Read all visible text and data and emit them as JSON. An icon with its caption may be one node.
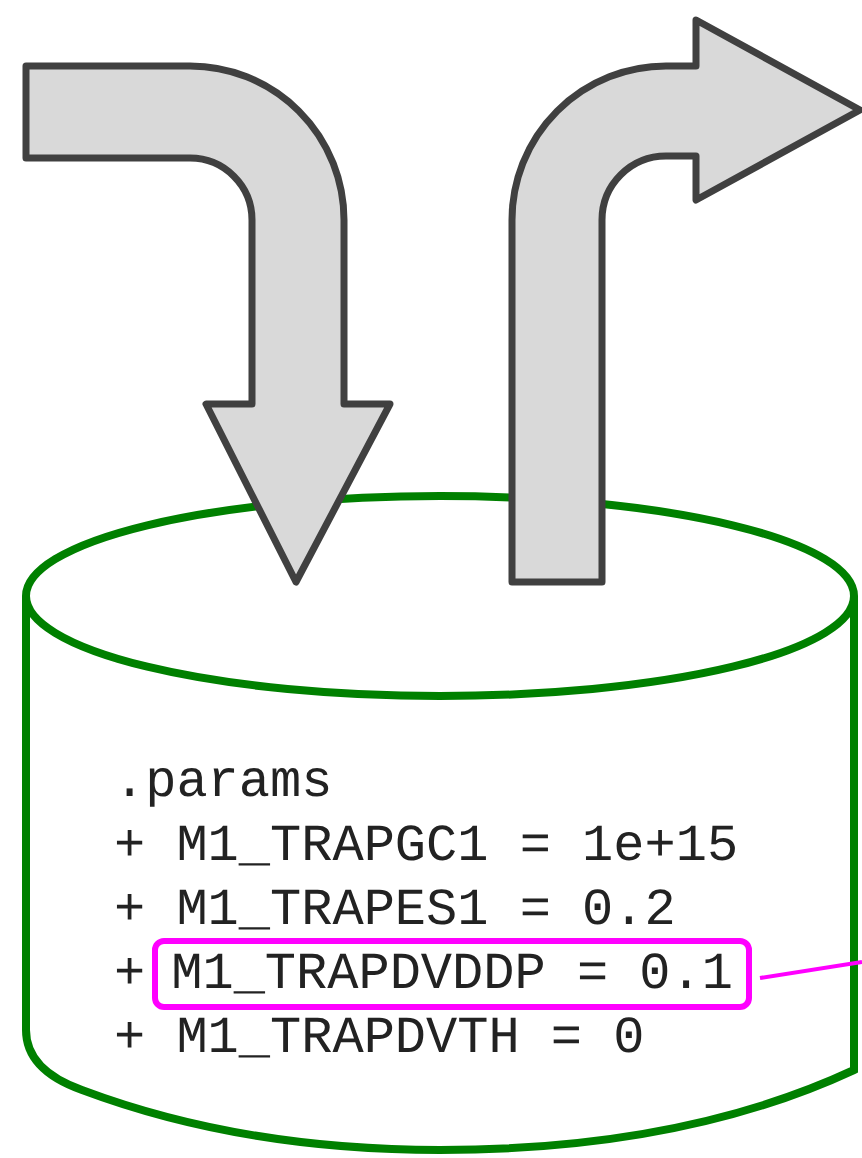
{
  "diagram": {
    "nodes": [
      {
        "text": [
          ".params",
          "+ M1_TRAPGC1 = 1e+15",
          "+ M1_TRAPES1 = 0.2",
          "+",
          "+ M1_TRAPDVTH = 0"
        ]
      },
      {
        "text": [
          "M1_TRAPDVDDP = 0.1"
        ],
        "in": 0
      }
    ],
    "edges": [
      {
        "from": null,
        "to": 0,
        "arrow": "to",
        "style": "thick"
      },
      {
        "from": 0,
        "to": null,
        "arrow": "to",
        "style": "thick"
      },
      {
        "from": 1,
        "to": null,
        "arrow": "none",
        "color": "#ff00ff"
      }
    ]
  }
}
